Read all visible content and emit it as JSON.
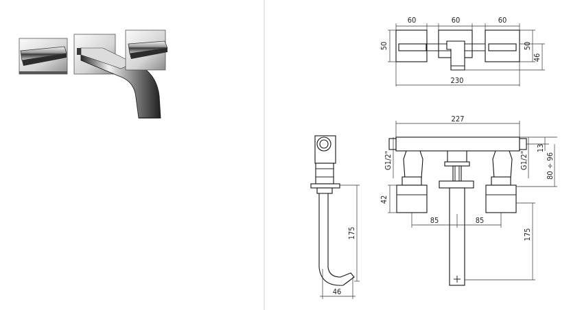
{
  "dimensions": {
    "top_width_left": "60",
    "top_width_mid": "60",
    "top_width_right": "60",
    "top_height_left": "50",
    "top_height_right": "50",
    "top_spout_height": "46",
    "top_total_width": "230",
    "side_spout_length": "175",
    "side_depth": "46",
    "front_total_width": "227",
    "front_thread_left": "G1/2\"",
    "front_thread_right": "G1/2\"",
    "front_offset": "13",
    "front_range": "80 ÷ 96",
    "front_handle_height": "42",
    "front_center_left": "85",
    "front_center_right": "85",
    "front_spout_length": "175"
  },
  "colors": {
    "line": "#222222",
    "divider": "#cfcfcf",
    "chrome_dark": "#2a2a2a",
    "chrome_light": "#e6e6e6"
  }
}
